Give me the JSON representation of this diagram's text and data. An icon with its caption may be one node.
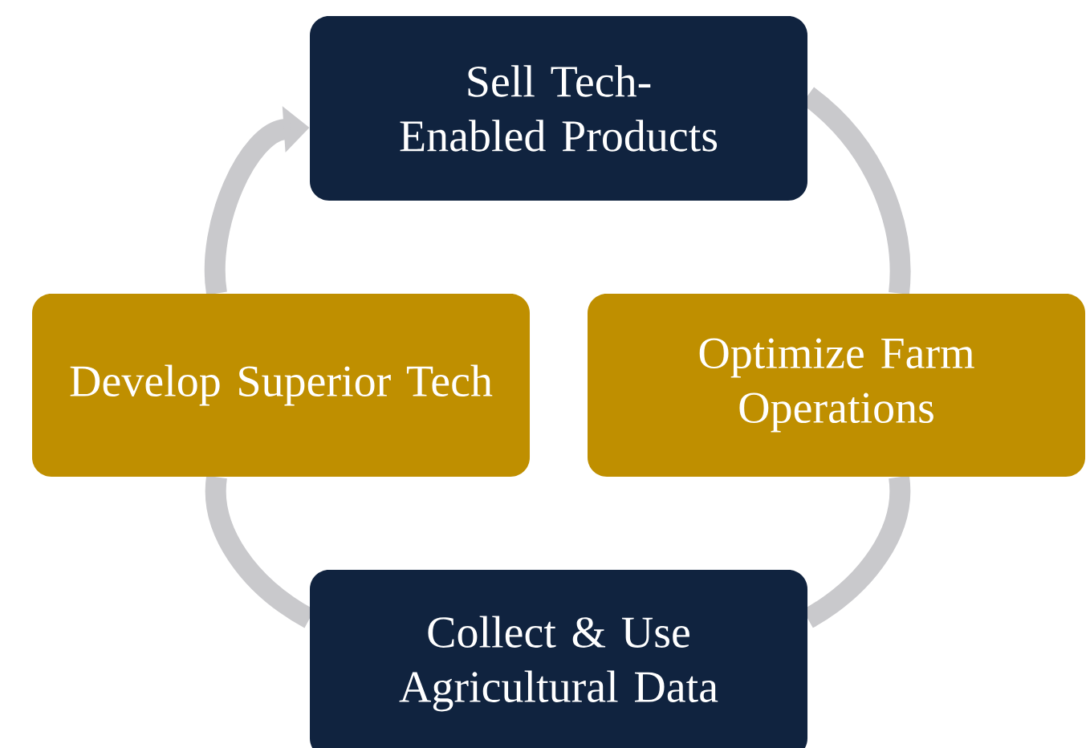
{
  "diagram": {
    "nodes": [
      {
        "text": [
          "Sell Tech-Enabled Products"
        ]
      },
      {
        "text": [
          "Optimize Farm Operations"
        ]
      },
      {
        "text": [
          "Collect & Use Agricultural Data"
        ]
      },
      {
        "text": [
          "Develop Superior Tech"
        ]
      }
    ],
    "edges": [
      {
        "from": 0,
        "to": 1,
        "arrow": "none"
      },
      {
        "from": 1,
        "to": 2,
        "arrow": "none"
      },
      {
        "from": 2,
        "to": 3,
        "arrow": "none"
      },
      {
        "from": 3,
        "to": 0,
        "arrow": "to"
      }
    ]
  }
}
